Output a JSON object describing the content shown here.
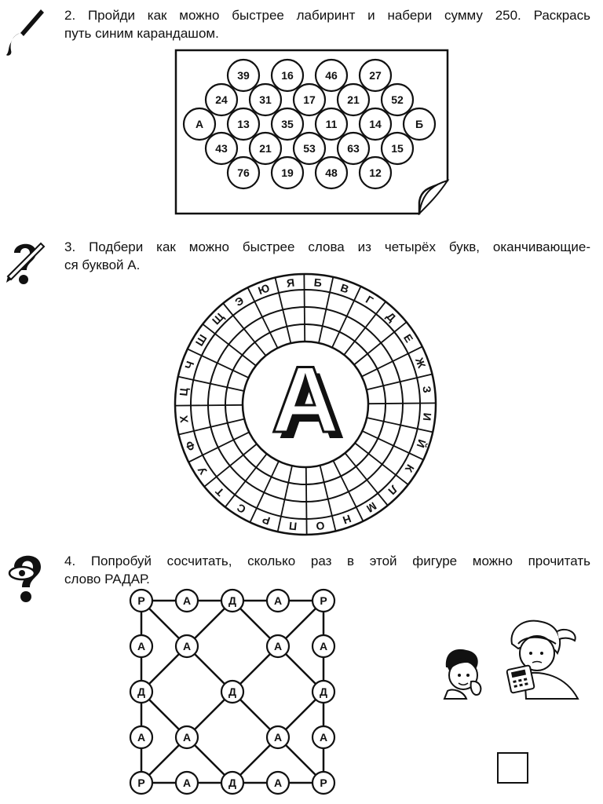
{
  "task2": {
    "line1": "2. Пройди как можно быстрее лабиринт и набери сумму 250. Раскрась",
    "line2": "путь синим карандашом.",
    "start_label": "А",
    "end_label": "Б",
    "rows": [
      [
        "39",
        "16",
        "46",
        "27"
      ],
      [
        "24",
        "31",
        "17",
        "21",
        "52"
      ],
      [
        "13",
        "35",
        "11",
        "14"
      ],
      [
        "43",
        "21",
        "53",
        "63",
        "15"
      ],
      [
        "76",
        "19",
        "48",
        "12"
      ]
    ]
  },
  "task3": {
    "line1": "3. Подбери как можно быстрее слова из четырёх букв, оканчивающие-",
    "line2": "ся буквой А.",
    "center_letter": "А",
    "ring_letters": [
      "Я",
      "Б",
      "В",
      "Г",
      "Д",
      "Е",
      "Ж",
      "З",
      "И",
      "Й",
      "К",
      "Л",
      "М",
      "Н",
      "О",
      "П",
      "Р",
      "С",
      "Т",
      "У",
      "Ф",
      "Х",
      "Ц",
      "Ч",
      "Ш",
      "Щ",
      "Э",
      "Ю"
    ]
  },
  "task4": {
    "line1": "4. Попробуй сосчитать, сколько раз в этой фигуре можно прочитать",
    "line2": "слово РАДАР.",
    "grid": [
      [
        "Р",
        "А",
        "Д",
        "А",
        "Р"
      ],
      [
        "А",
        "А",
        "",
        "А",
        "А"
      ],
      [
        "Д",
        "",
        "Д",
        "",
        "Д"
      ],
      [
        "А",
        "А",
        "",
        "А",
        "А"
      ],
      [
        "Р",
        "А",
        "Д",
        "А",
        "Р"
      ]
    ]
  },
  "icons": [
    "paintbrush-icon",
    "question-pencil-icon",
    "question-eye-icon",
    "children-illustration"
  ]
}
